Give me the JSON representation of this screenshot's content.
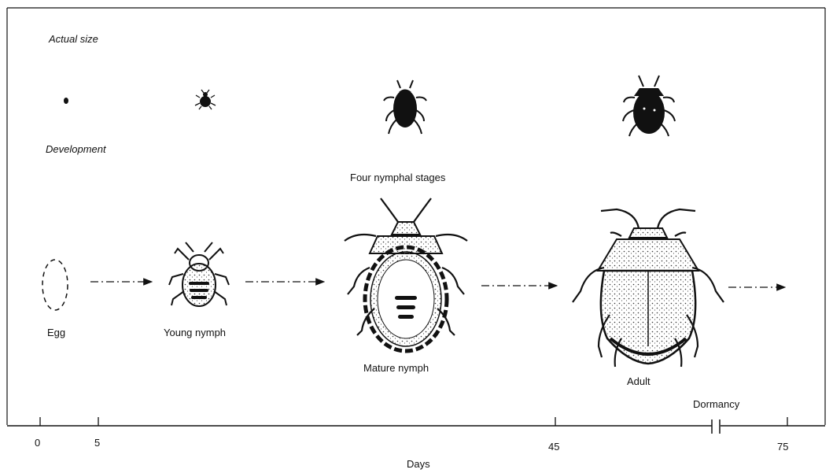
{
  "labels": {
    "actual_size": "Actual size",
    "development": "Development",
    "four_nymphal_stages": "Four nymphal stages",
    "egg": "Egg",
    "young_nymph": "Young nymph",
    "mature_nymph": "Mature nymph",
    "adult": "Adult",
    "dormancy": "Dormancy"
  },
  "axis": {
    "title": "Days",
    "ticks": [
      "0",
      "5",
      "45",
      "75"
    ]
  },
  "colors": {
    "ink": "#111111",
    "background": "#ffffff"
  }
}
